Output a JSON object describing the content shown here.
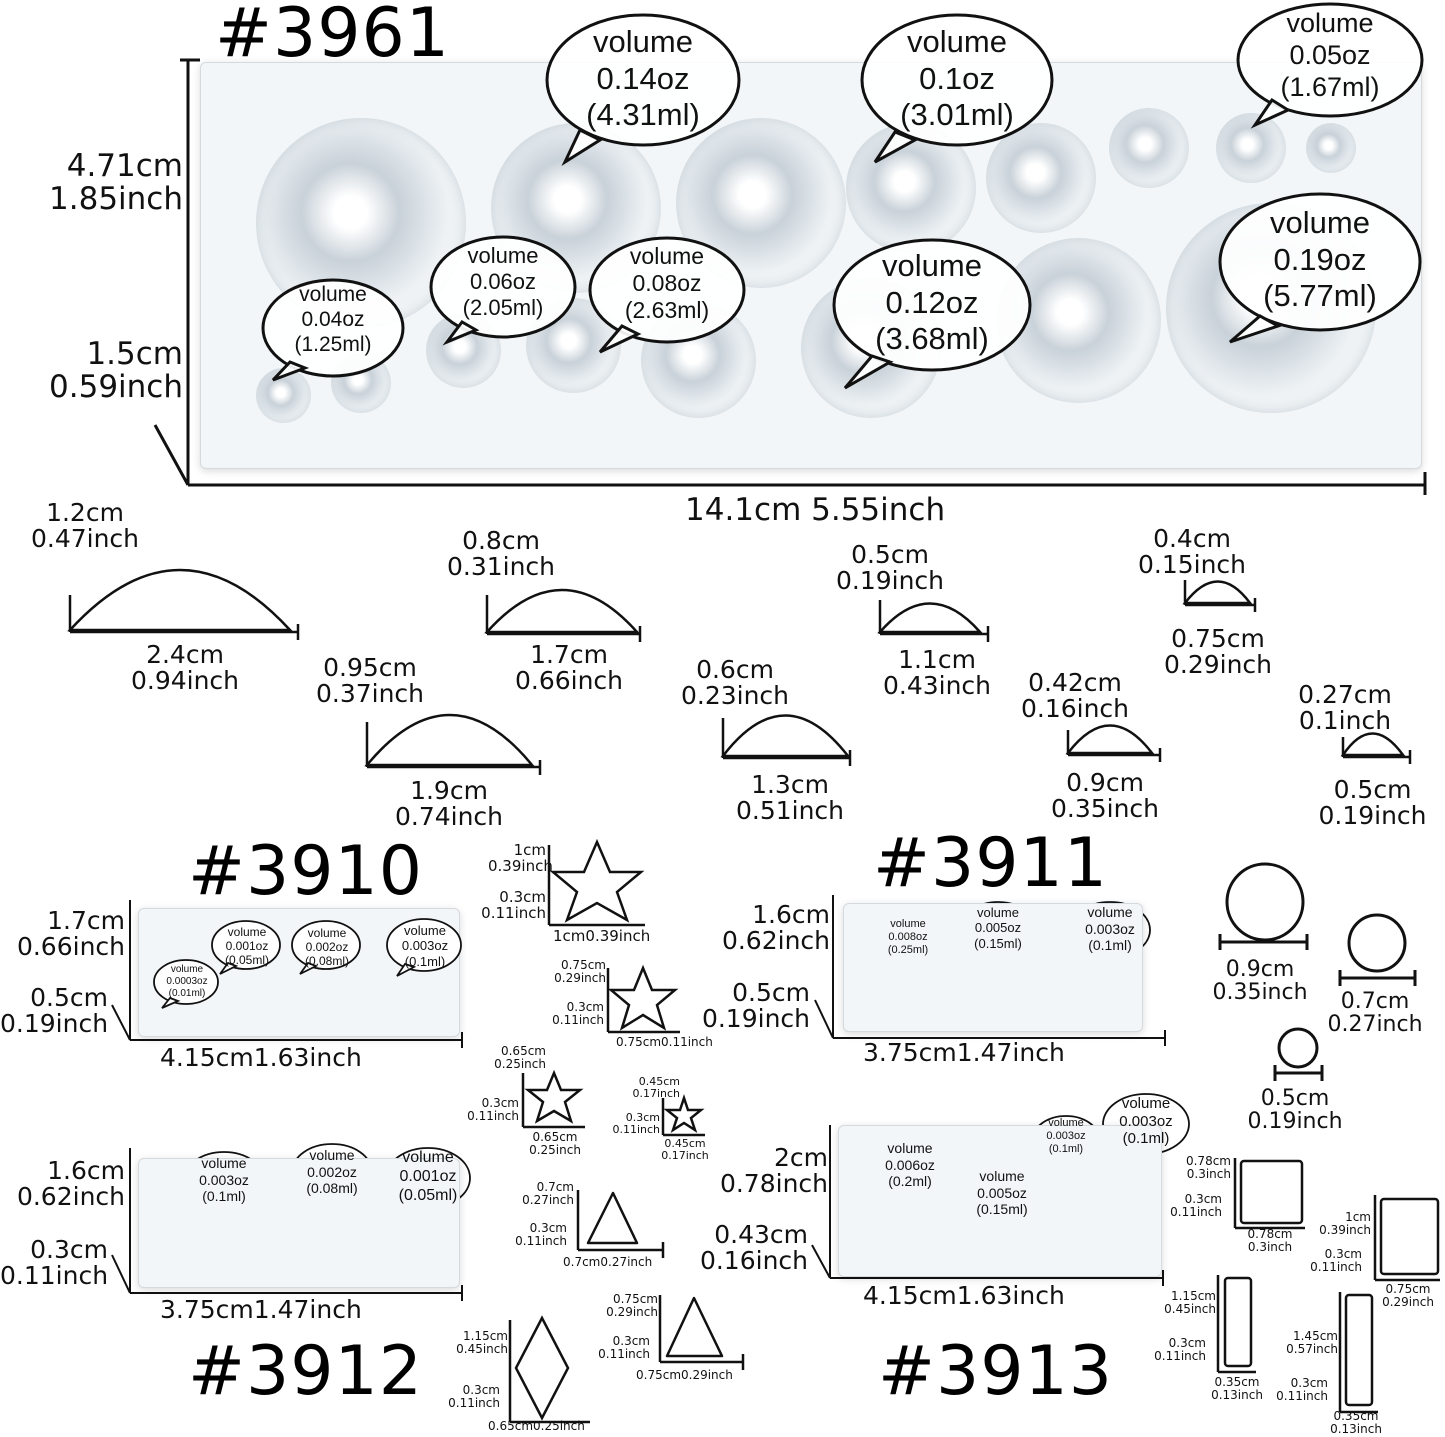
{
  "molds": {
    "m3961": {
      "code": "#3961",
      "height_label": [
        "4.71cm",
        "1.85inch"
      ],
      "depth_label": [
        "1.5cm",
        "0.59inch"
      ],
      "width_label": "14.1cm 5.55inch",
      "bubbles": [
        {
          "word": "volume",
          "oz": "0.14oz",
          "ml": "(4.31ml)"
        },
        {
          "word": "volume",
          "oz": "0.1oz",
          "ml": "(3.01ml)"
        },
        {
          "word": "volume",
          "oz": "0.05oz",
          "ml": "(1.67ml)"
        },
        {
          "word": "volume",
          "oz": "0.04oz",
          "ml": "(1.25ml)"
        },
        {
          "word": "volume",
          "oz": "0.06oz",
          "ml": "(2.05ml)"
        },
        {
          "word": "volume",
          "oz": "0.08oz",
          "ml": "(2.63ml)"
        },
        {
          "word": "volume",
          "oz": "0.12oz",
          "ml": "(3.68ml)"
        },
        {
          "word": "volume",
          "oz": "0.19oz",
          "ml": "(5.77ml)"
        }
      ]
    },
    "domes": [
      {
        "h": [
          "1.2cm",
          "0.47inch"
        ],
        "w": [
          "2.4cm",
          "0.94inch"
        ]
      },
      {
        "h": [
          "0.8cm",
          "0.31inch"
        ],
        "w": [
          "1.7cm",
          "0.66inch"
        ]
      },
      {
        "h": [
          "0.5cm",
          "0.19inch"
        ],
        "w": [
          "1.1cm",
          "0.43inch"
        ]
      },
      {
        "h": [
          "0.4cm",
          "0.15inch"
        ],
        "w": [
          "0.75cm",
          "0.29inch"
        ]
      },
      {
        "h": [
          "0.95cm",
          "0.37inch"
        ],
        "w": [
          "1.9cm",
          "0.74inch"
        ]
      },
      {
        "h": [
          "0.6cm",
          "0.23inch"
        ],
        "w": [
          "1.3cm",
          "0.51inch"
        ]
      },
      {
        "h": [
          "0.42cm",
          "0.16inch"
        ],
        "w": [
          "0.9cm",
          "0.35inch"
        ]
      },
      {
        "h": [
          "0.27cm",
          "0.1inch"
        ],
        "w": [
          "0.5cm",
          "0.19inch"
        ]
      }
    ],
    "m3910": {
      "code": "#3910",
      "height_label": [
        "1.7cm",
        "0.66inch"
      ],
      "depth_label": [
        "0.5cm",
        "0.19inch"
      ],
      "width_label": "4.15cm1.63inch",
      "bubbles": [
        {
          "word": "volume",
          "oz": "0.001oz",
          "ml": "(0.05ml)"
        },
        {
          "word": "volume",
          "oz": "0.002oz",
          "ml": "(0.08ml)"
        },
        {
          "word": "volume",
          "oz": "0.003oz",
          "ml": "(0.1ml)"
        },
        {
          "word": "volume",
          "oz": "0.0003oz",
          "ml": "(0.01ml)"
        }
      ],
      "stars": [
        {
          "h": [
            "1cm",
            "0.39inch"
          ],
          "d": [
            "0.3cm",
            "0.11inch"
          ],
          "w": "1cm0.39inch"
        },
        {
          "h": [
            "0.75cm",
            "0.29inch"
          ],
          "d": [
            "0.3cm",
            "0.11inch"
          ],
          "w": "0.75cm0.11inch"
        },
        {
          "h": [
            "0.65cm",
            "0.25inch"
          ],
          "d": [
            "0.3cm",
            "0.11inch"
          ],
          "w": [
            "0.65cm",
            "0.25inch"
          ]
        },
        {
          "h": [
            "0.45cm",
            "0.17inch"
          ],
          "d": [
            "0.3cm",
            "0.11inch"
          ],
          "w": [
            "0.45cm",
            "0.17inch"
          ]
        }
      ]
    },
    "m3911": {
      "code": "#3911",
      "height_label": [
        "1.6cm",
        "0.62inch"
      ],
      "depth_label": [
        "0.5cm",
        "0.19inch"
      ],
      "width_label": "3.75cm1.47inch",
      "bubbles": [
        {
          "word": "volume",
          "oz": "0.008oz",
          "ml": "(0.25ml)"
        },
        {
          "word": "volume",
          "oz": "0.005oz",
          "ml": "(0.15ml)"
        },
        {
          "word": "volume",
          "oz": "0.003oz",
          "ml": "(0.1ml)"
        }
      ],
      "circles": [
        {
          "w": [
            "0.9cm",
            "0.35inch"
          ]
        },
        {
          "w": [
            "0.7cm",
            "0.27inch"
          ]
        },
        {
          "w": [
            "0.5cm",
            "0.19inch"
          ]
        }
      ]
    },
    "m3912": {
      "code": "#3912",
      "height_label": [
        "1.6cm",
        "0.62inch"
      ],
      "depth_label": [
        "0.3cm",
        "0.11inch"
      ],
      "width_label": "3.75cm1.47inch",
      "bubbles": [
        {
          "word": "volume",
          "oz": "0.003oz",
          "ml": "(0.1ml)"
        },
        {
          "word": "volume",
          "oz": "0.002oz",
          "ml": "(0.08ml)"
        },
        {
          "word": "volume",
          "oz": "0.001oz",
          "ml": "(0.05ml)"
        }
      ],
      "shapes": [
        {
          "h": [
            "0.7cm",
            "0.27inch"
          ],
          "d": [
            "0.3cm",
            "0.11inch"
          ],
          "w": "0.7cm0.27inch"
        },
        {
          "h": [
            "0.75cm",
            "0.29inch"
          ],
          "d": [
            "0.3cm",
            "0.11inch"
          ],
          "w": "0.75cm0.29inch"
        },
        {
          "h": [
            "1.15cm",
            "0.45inch"
          ],
          "d": [
            "0.3cm",
            "0.11inch"
          ],
          "w": "0.65cm0.25inch"
        }
      ]
    },
    "m3913": {
      "code": "#3913",
      "height_label": [
        "2cm",
        "0.78inch"
      ],
      "depth_label": [
        "0.43cm",
        "0.16inch"
      ],
      "width_label": "4.15cm1.63inch",
      "bubbles": [
        {
          "word": "volume",
          "oz": "0.006oz",
          "ml": "(0.2ml)"
        },
        {
          "word": "volume",
          "oz": "0.005oz",
          "ml": "(0.15ml)"
        },
        {
          "word": "volume",
          "oz": "0.003oz",
          "ml": "(0.1ml)"
        },
        {
          "word": "volume",
          "oz": "0.003oz",
          "ml": "(0.1ml)"
        }
      ],
      "rects": [
        {
          "h": [
            "0.78cm",
            "0.3inch"
          ],
          "d": [
            "0.3cm",
            "0.11inch"
          ],
          "w": [
            "0.78cm",
            "0.3inch"
          ]
        },
        {
          "h": [
            "1cm",
            "0.39inch"
          ],
          "d": [
            "0.3cm",
            "0.11inch"
          ],
          "w": [
            "0.75cm",
            "0.29inch"
          ]
        },
        {
          "h": [
            "1.15cm",
            "0.45inch"
          ],
          "d": [
            "0.3cm",
            "0.11inch"
          ],
          "w": [
            "0.35cm",
            "0.13inch"
          ]
        },
        {
          "h": [
            "1.45cm",
            "0.57inch"
          ],
          "d": [
            "0.3cm",
            "0.11inch"
          ],
          "w": [
            "0.35cm",
            "0.13inch"
          ]
        }
      ]
    }
  }
}
